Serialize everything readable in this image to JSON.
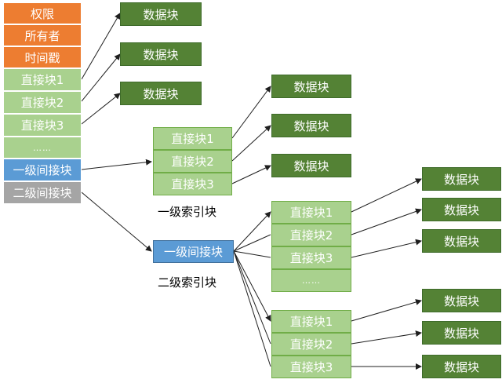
{
  "inode": {
    "permission": "权限",
    "owner": "所有者",
    "timestamp": "时间戳",
    "direct": [
      "直接块1",
      "直接块2",
      "直接块3"
    ],
    "dots": "……",
    "single_indirect": "一级间接块",
    "double_indirect": "二级间接块"
  },
  "data_block_label": "数据块",
  "first_index": {
    "direct": [
      "直接块1",
      "直接块2",
      "直接块3"
    ],
    "caption": "一级索引块"
  },
  "second_index": {
    "entry": "一级间接块",
    "caption": "二级索引块"
  },
  "sub_index_a": {
    "direct": [
      "直接块1",
      "直接块2",
      "直接块3"
    ],
    "dots": "……"
  },
  "sub_index_b": {
    "direct": [
      "直接块1",
      "直接块2",
      "直接块3"
    ]
  },
  "colors": {
    "metadata": "#ed7d31",
    "direct_block": "#a9d18e",
    "indirect_block": "#5b9bd5",
    "double_indirect": "#a5a5a5",
    "data_block": "#548235"
  }
}
